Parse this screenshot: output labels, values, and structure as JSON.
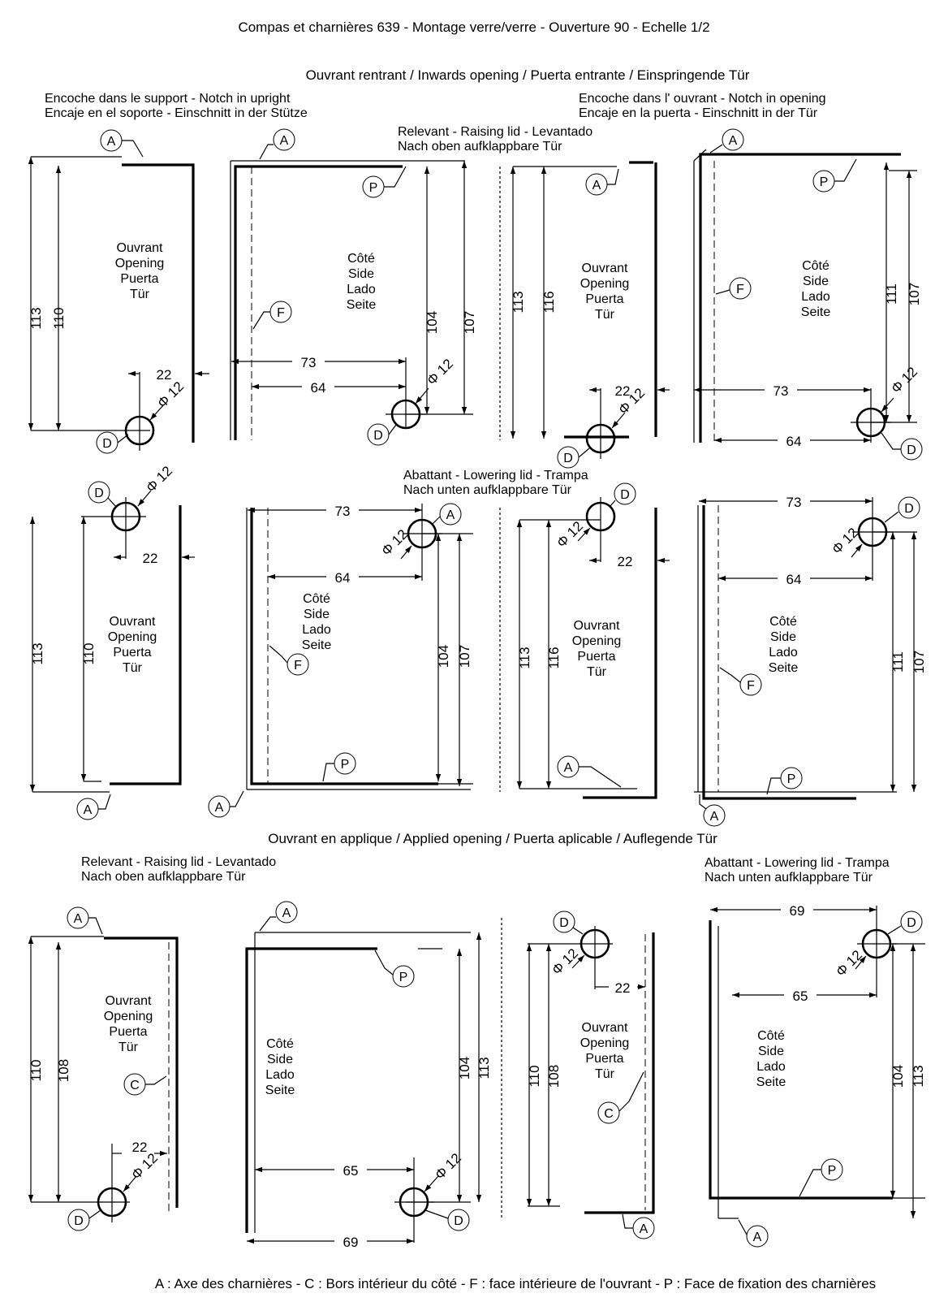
{
  "title": "Compas et charnières 639 - Montage verre/verre - Ouverture 90 - Echelle 1/2",
  "sections": {
    "inwards": "Ouvrant rentrant / Inwards opening / Puerta entrante / Einspringende Tür",
    "applied": "Ouvrant en applique / Applied opening / Puerta aplicable / Auflegende Tür"
  },
  "captions": {
    "notch_upright_1": "Encoche dans le support - Notch in upright",
    "notch_upright_2": "Encaje en el soporte - Einschnitt in der Stütze",
    "notch_opening_1": "Encoche dans l' ouvrant - Notch in opening",
    "notch_opening_2": "Encaje en la puerta - Einschnitt in der Tür",
    "raising_1": "Relevant - Raising lid - Levantado",
    "raising_2": "Nach oben aufklappbare Tür",
    "lowering_1": "Abattant - Lowering lid - Trampa",
    "lowering_2": "Nach unten aufklappbare Tür"
  },
  "labels": {
    "opening": [
      "Ouvrant",
      "Opening",
      "Puerta",
      "Tür"
    ],
    "side": [
      "Côté",
      "Side",
      "Lado",
      "Seite"
    ],
    "A": "A",
    "C": "C",
    "D": "D",
    "F": "F",
    "P": "P",
    "phi12": "Φ 12"
  },
  "dims": {
    "d113": "113",
    "d110": "110",
    "d116": "116",
    "d107": "107",
    "d104": "104",
    "d111": "111",
    "d108": "108",
    "d73": "73",
    "d64": "64",
    "d65": "65",
    "d69": "69",
    "d22": "22"
  },
  "legend": "A : Axe des charnières - C : Bors intérieur du côté - F : face intérieure de l'ouvrant - P : Face de fixation des charnières"
}
